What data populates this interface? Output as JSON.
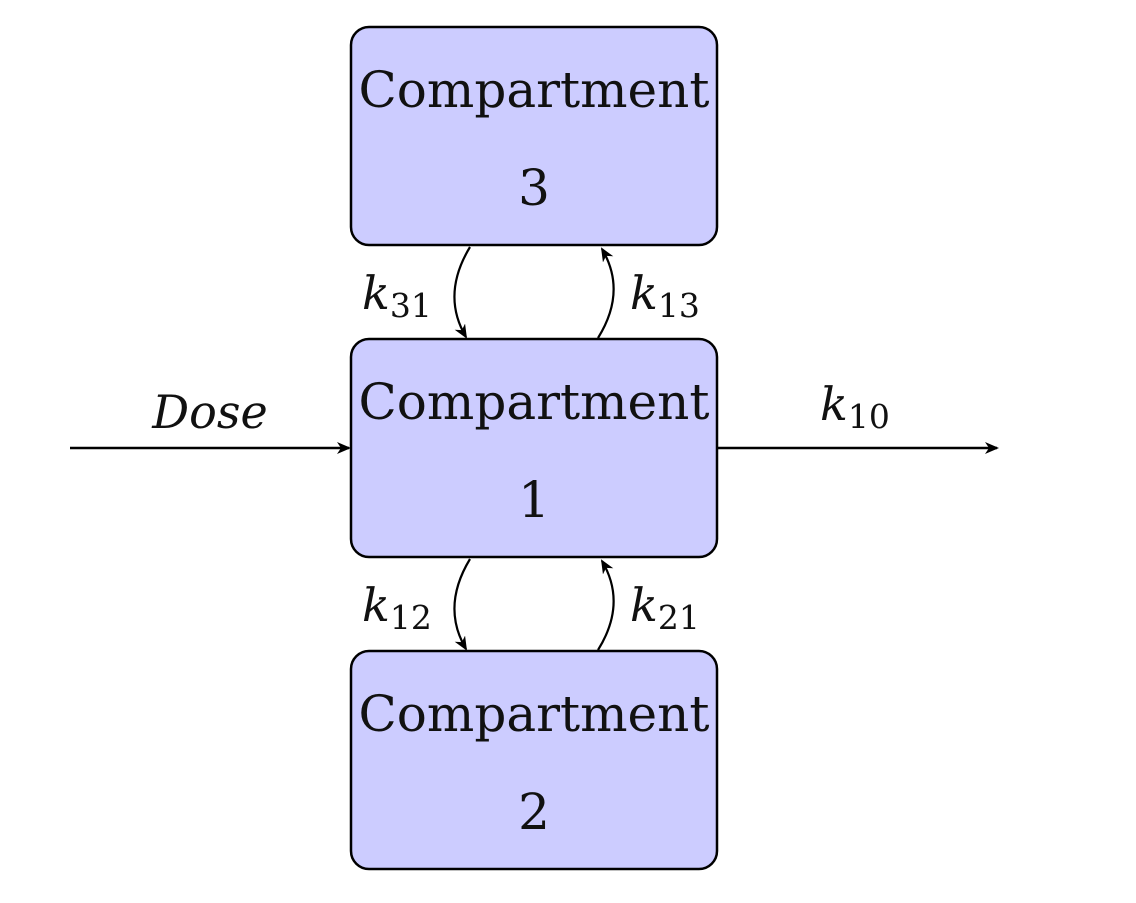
{
  "compartments": [
    {
      "id": "3",
      "label": "Compartment",
      "number": "3"
    },
    {
      "id": "1",
      "label": "Compartment",
      "number": "1"
    },
    {
      "id": "2",
      "label": "Compartment",
      "number": "2"
    }
  ],
  "flows": {
    "k31": {
      "var": "k",
      "sub": "31"
    },
    "k13": {
      "var": "k",
      "sub": "13"
    },
    "k12": {
      "var": "k",
      "sub": "12"
    },
    "k21": {
      "var": "k",
      "sub": "21"
    },
    "k10": {
      "var": "k",
      "sub": "10"
    }
  },
  "dose": {
    "label": "Dose"
  },
  "colors": {
    "box_fill": "#ccccff",
    "stroke": "#000000"
  }
}
